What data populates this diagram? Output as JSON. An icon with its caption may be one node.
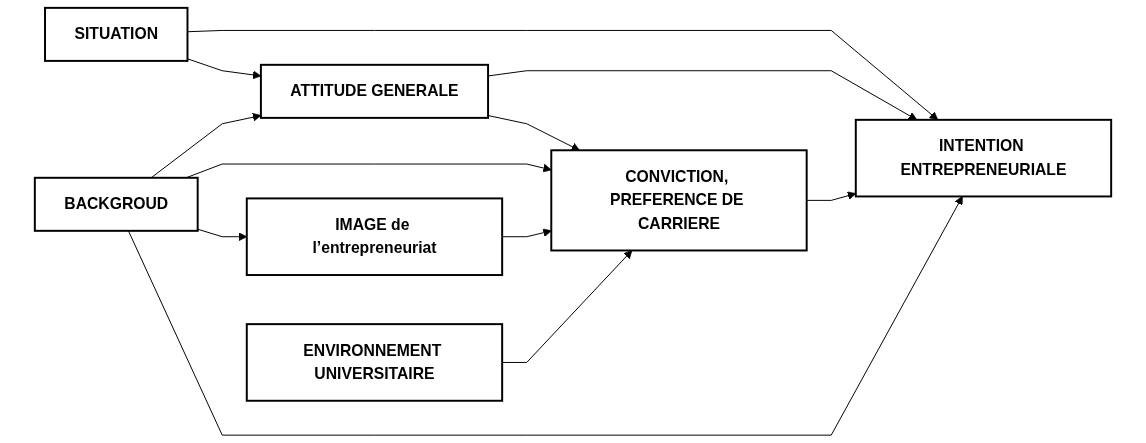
{
  "diagram": {
    "nodes": [
      {
        "text": [
          "SITUATION"
        ]
      },
      {
        "text": [
          "ATTITUDE GENERALE"
        ]
      },
      {
        "text": [
          "BACKGROUD"
        ]
      },
      {
        "text": [
          "CONVICTION, PREFERENCE DE CARRIERE"
        ]
      },
      {
        "text": [
          "INTENTION ENTREPRENEURIALE"
        ]
      },
      {
        "text": [
          "IMAGE de l’entrepreneuriat"
        ]
      },
      {
        "text": [
          "ENVIRONNEMENT UNIVERSITAIRE"
        ]
      }
    ],
    "edges": [
      {
        "from": 0,
        "to": 4,
        "arrow": "to"
      },
      {
        "from": 0,
        "to": 1,
        "arrow": "to"
      },
      {
        "from": 1,
        "to": 4,
        "arrow": "to"
      },
      {
        "from": 2,
        "to": 1,
        "arrow": "to"
      },
      {
        "from": 1,
        "to": 3,
        "arrow": "to"
      },
      {
        "from": 2,
        "to": 3,
        "arrow": "to"
      },
      {
        "from": 3,
        "to": 4,
        "arrow": "to"
      },
      {
        "from": 2,
        "to": 4,
        "arrow": "to"
      },
      {
        "from": 2,
        "to": 5,
        "arrow": "to"
      },
      {
        "from": 5,
        "to": 3,
        "arrow": "to"
      },
      {
        "from": 6,
        "to": 3,
        "arrow": "to"
      }
    ]
  }
}
